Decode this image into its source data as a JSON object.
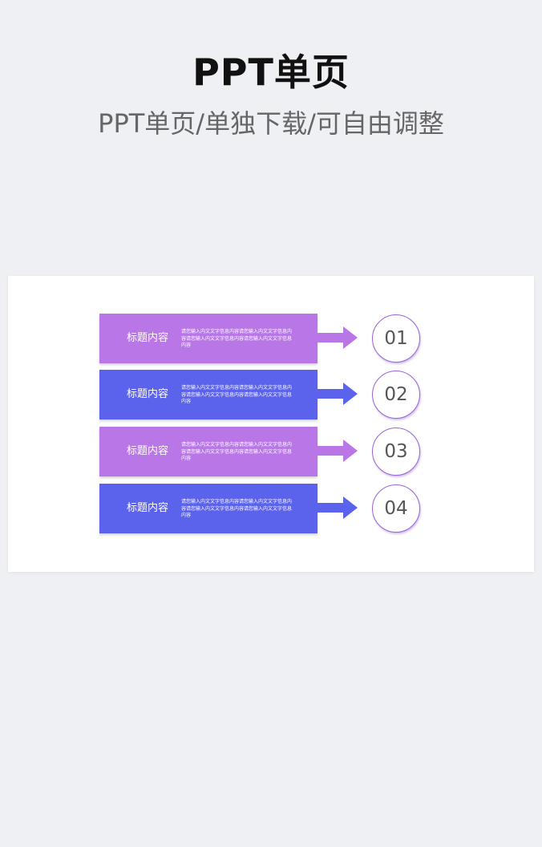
{
  "header": {
    "title": "PPT单页",
    "subtitle": "PPT单页/单独下载/可自由调整"
  },
  "colors": {
    "purple": "#b876e6",
    "blue": "#5b62ec",
    "background": "#eff0f4"
  },
  "rows": [
    {
      "title": "标题内容",
      "description": "请您输入内文文字信息内容请您输入内文文字信息内容请您输入内文文字信息内容请您输入内文文字信息内容",
      "number": "01",
      "color": "#b876e6"
    },
    {
      "title": "标题内容",
      "description": "请您输入内文文字信息内容请您输入内文文字信息内容请您输入内文文字信息内容请您输入内文文字信息内容",
      "number": "02",
      "color": "#5b62ec"
    },
    {
      "title": "标题内容",
      "description": "请您输入内文文字信息内容请您输入内文文字信息内容请您输入内文文字信息内容请您输入内文文字信息内容",
      "number": "03",
      "color": "#b876e6"
    },
    {
      "title": "标题内容",
      "description": "请您输入内文文字信息内容请您输入内文文字信息内容请您输入内文文字信息内容请您输入内文文字信息内容",
      "number": "04",
      "color": "#5b62ec"
    }
  ]
}
